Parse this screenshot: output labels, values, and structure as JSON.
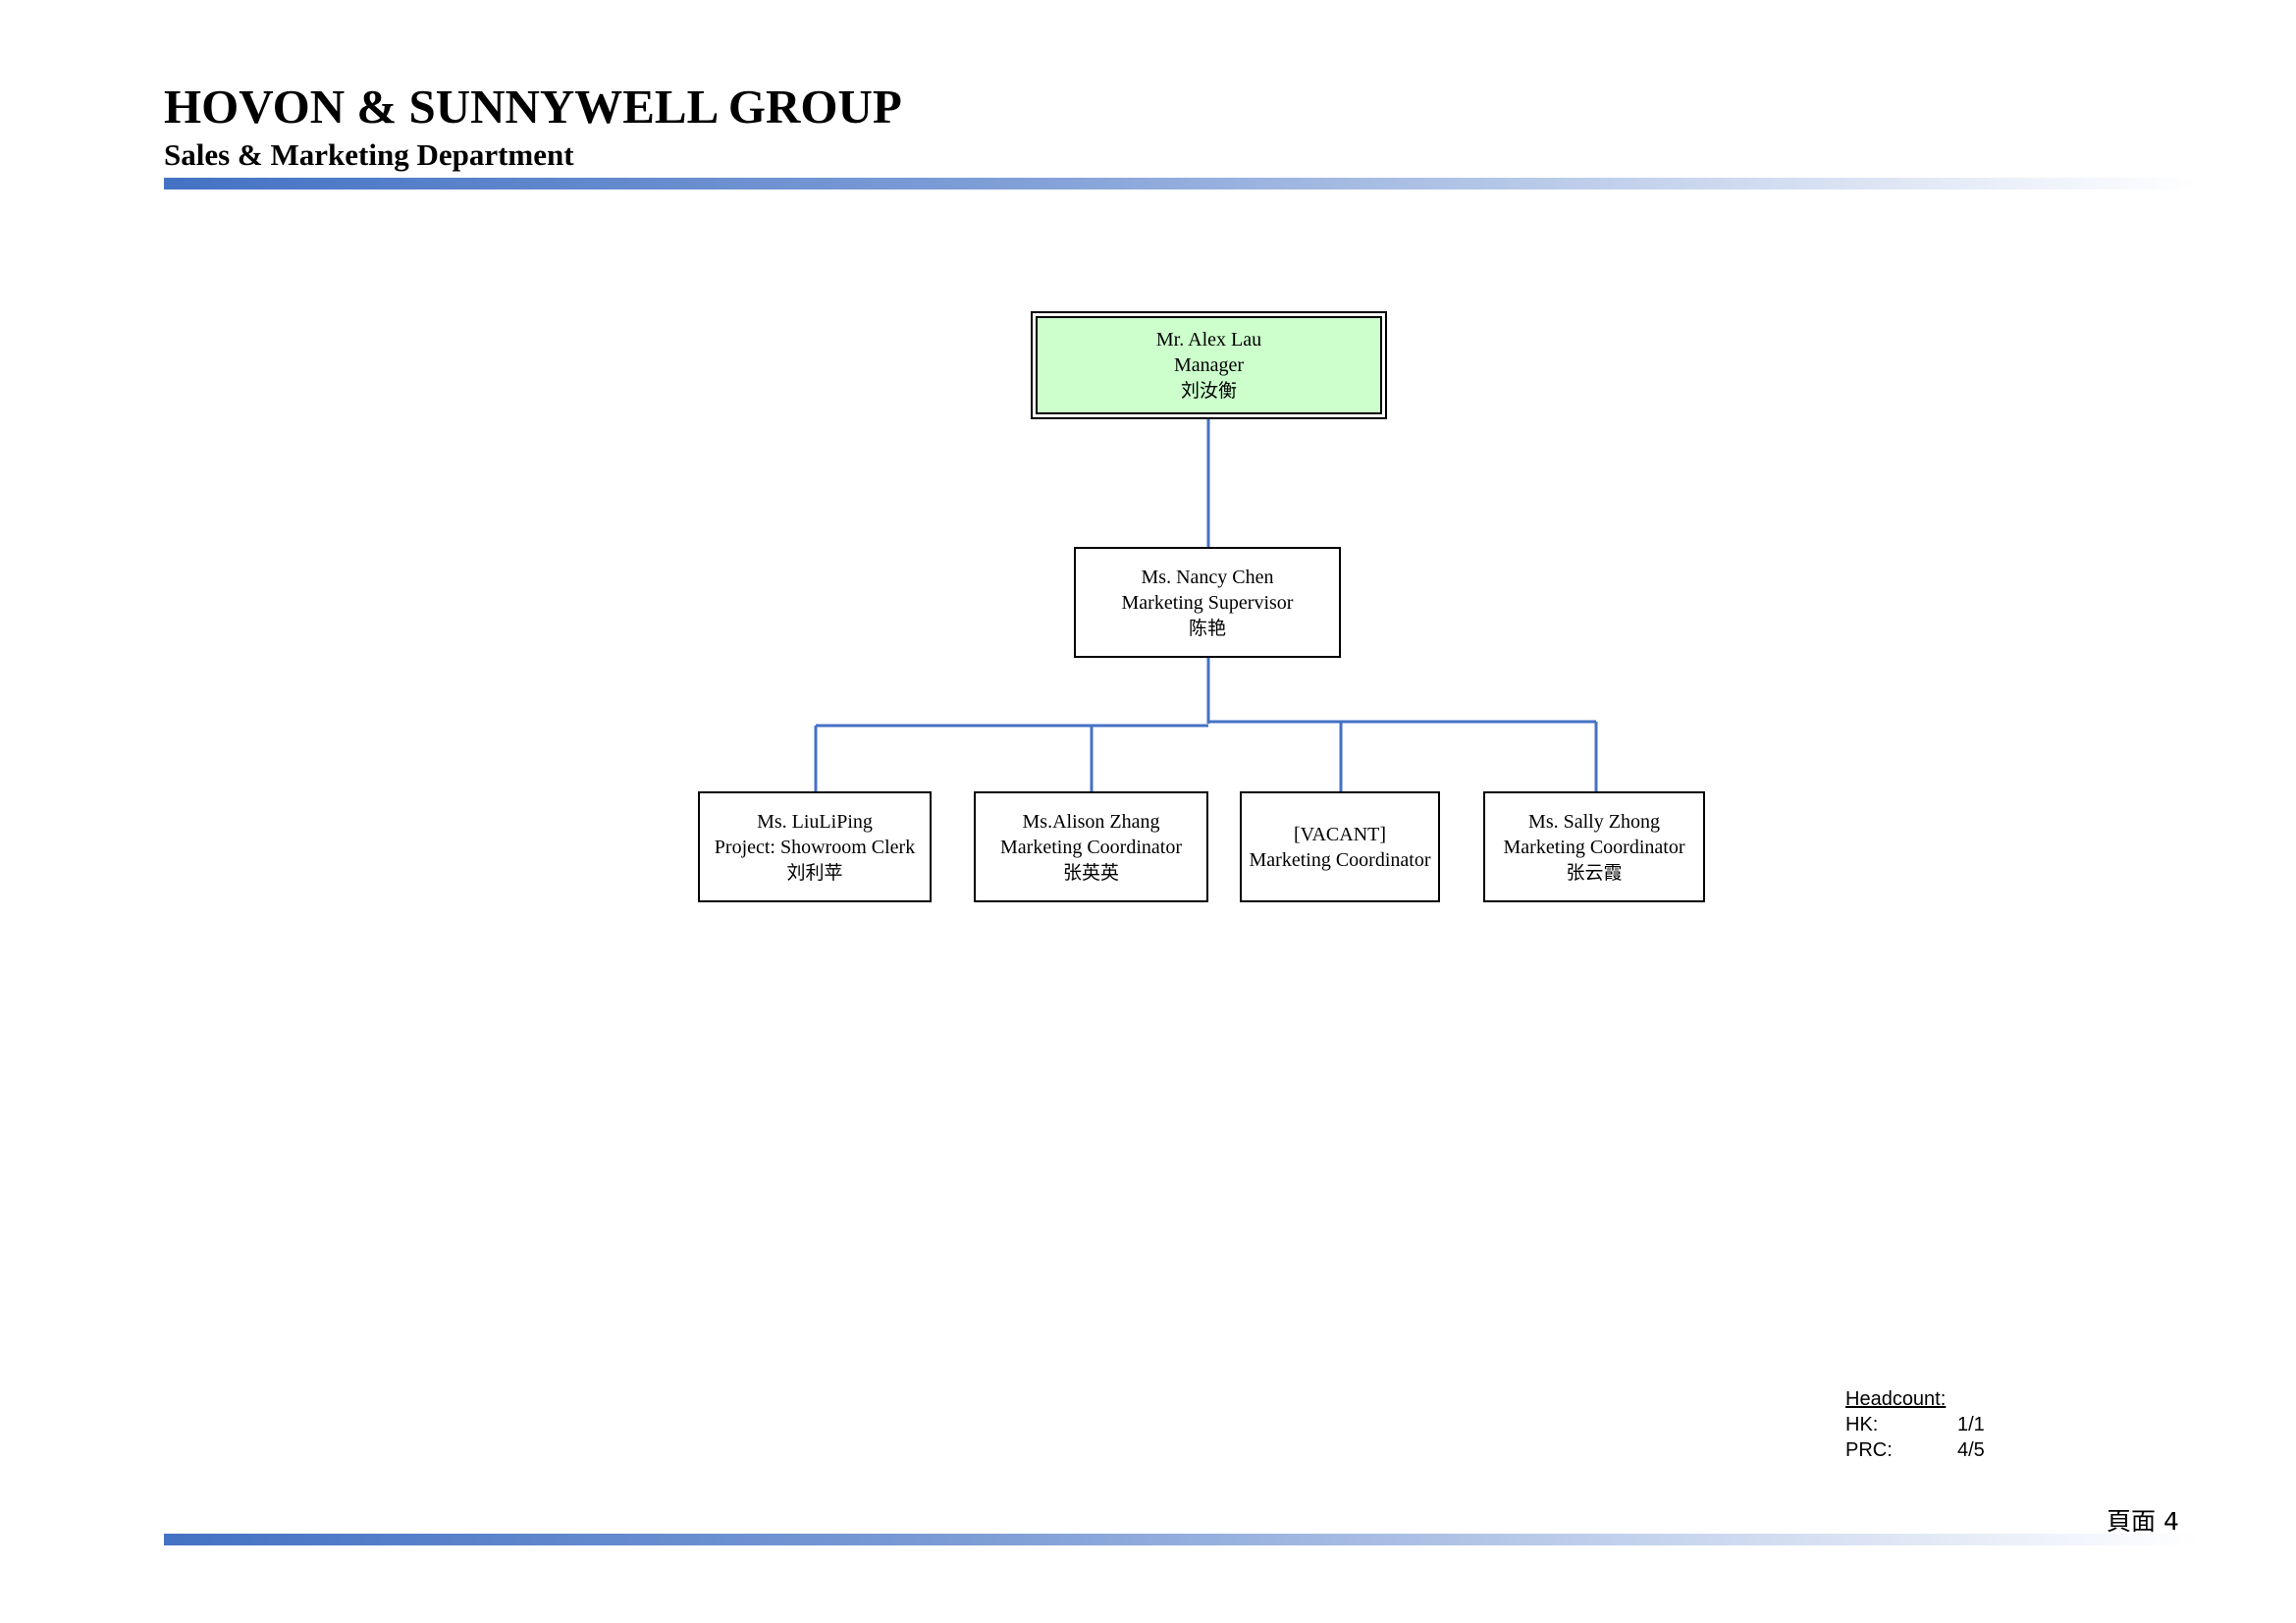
{
  "header": {
    "company": "HOVON & SUNNYWELL GROUP",
    "department": "Sales & Marketing Department"
  },
  "org": {
    "manager": {
      "name": "Mr. Alex Lau",
      "title": "Manager",
      "cn": "刘汝衡"
    },
    "supervisor": {
      "name": "Ms. Nancy Chen",
      "title": "Marketing Supervisor",
      "cn": "陈艳"
    },
    "staff": [
      {
        "name": "Ms. LiuLiPing",
        "title": "Project: Showroom Clerk",
        "cn": "刘利苹"
      },
      {
        "name": "Ms.Alison Zhang",
        "title": "Marketing Coordinator",
        "cn": "张英英"
      },
      {
        "name": "[VACANT]",
        "title": "Marketing Coordinator",
        "cn": ""
      },
      {
        "name": "Ms. Sally Zhong",
        "title": "Marketing Coordinator",
        "cn": "张云霞"
      }
    ]
  },
  "headcount": {
    "title": "Headcount:",
    "rows": [
      {
        "label": "HK:",
        "value": "1/1"
      },
      {
        "label": "PRC:",
        "value": "4/5"
      }
    ]
  },
  "footer": {
    "page_label": "頁面 4"
  },
  "colors": {
    "connector": "#4472c4",
    "manager_fill": "#ccffcc"
  }
}
